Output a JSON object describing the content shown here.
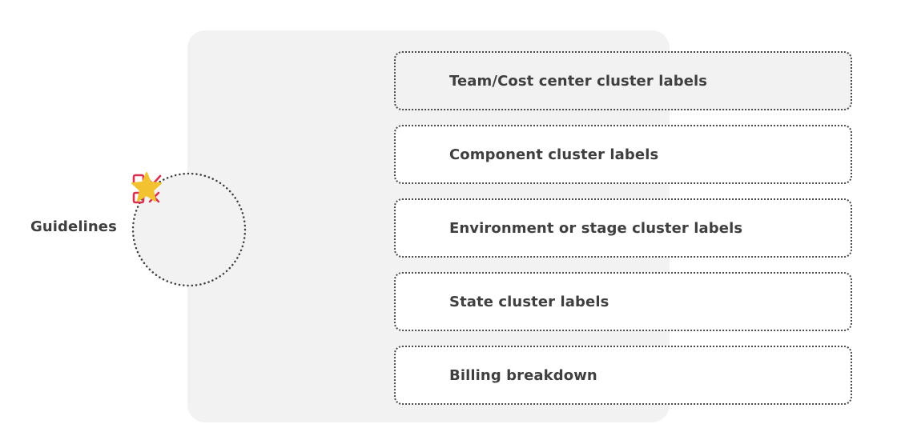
{
  "guidelines": {
    "label": "Guidelines",
    "icon": "checklist-icon",
    "badge_icon": "star-icon"
  },
  "cards": [
    {
      "label": "Team/Cost center cluster labels",
      "highlighted": true
    },
    {
      "label": "Component cluster labels",
      "highlighted": false
    },
    {
      "label": "Environment or stage cluster labels",
      "highlighted": false
    },
    {
      "label": "State cluster labels",
      "highlighted": false
    },
    {
      "label": "Billing breakdown",
      "highlighted": false
    }
  ],
  "colors": {
    "panel_bg": "#f2f2f2",
    "text": "#3f3f3f",
    "dotted_border": "#4a4a4a",
    "checklist_accent": "#d9304f",
    "star": "#f2c230"
  }
}
